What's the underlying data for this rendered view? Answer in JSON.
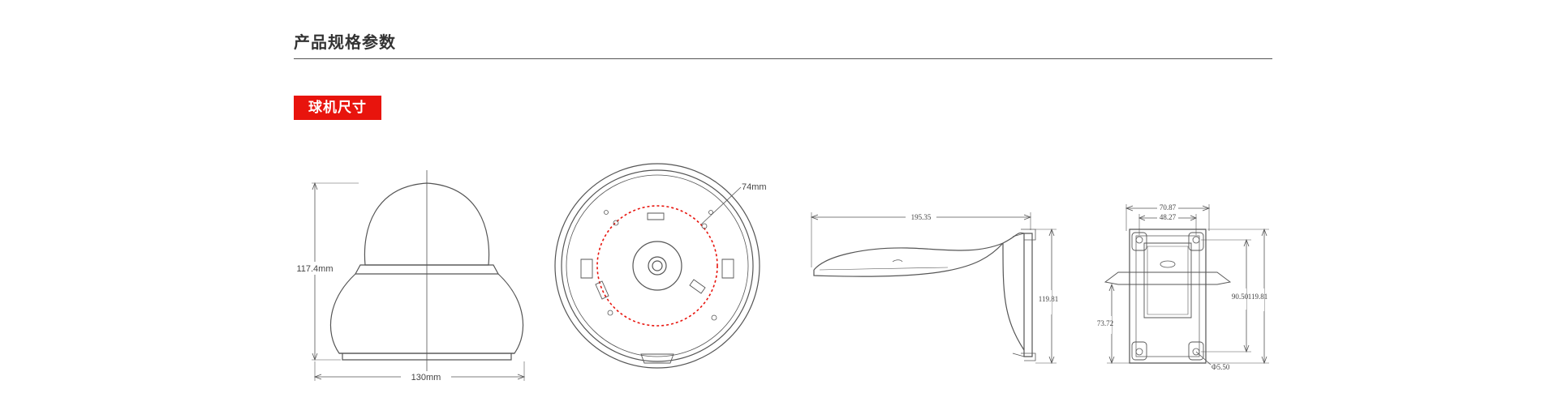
{
  "header": {
    "title": "产品规格参数"
  },
  "section": {
    "badge_label": "球机尺寸"
  },
  "dimensions": {
    "dome_height": "117.4mm",
    "dome_width": "130mm",
    "base_circle": "74mm",
    "bracket_length": "195.35",
    "bracket_height": "119.81",
    "plate_outer_width": "70.87",
    "plate_inner_width": "48.27",
    "plate_hole_spacing": "90.50",
    "plate_height": "119.81",
    "plate_lower": "73.72",
    "plate_hole_diameter": "Φ5.50"
  },
  "colors": {
    "accent": "#e8140d",
    "line": "#555555",
    "text": "#333333"
  }
}
